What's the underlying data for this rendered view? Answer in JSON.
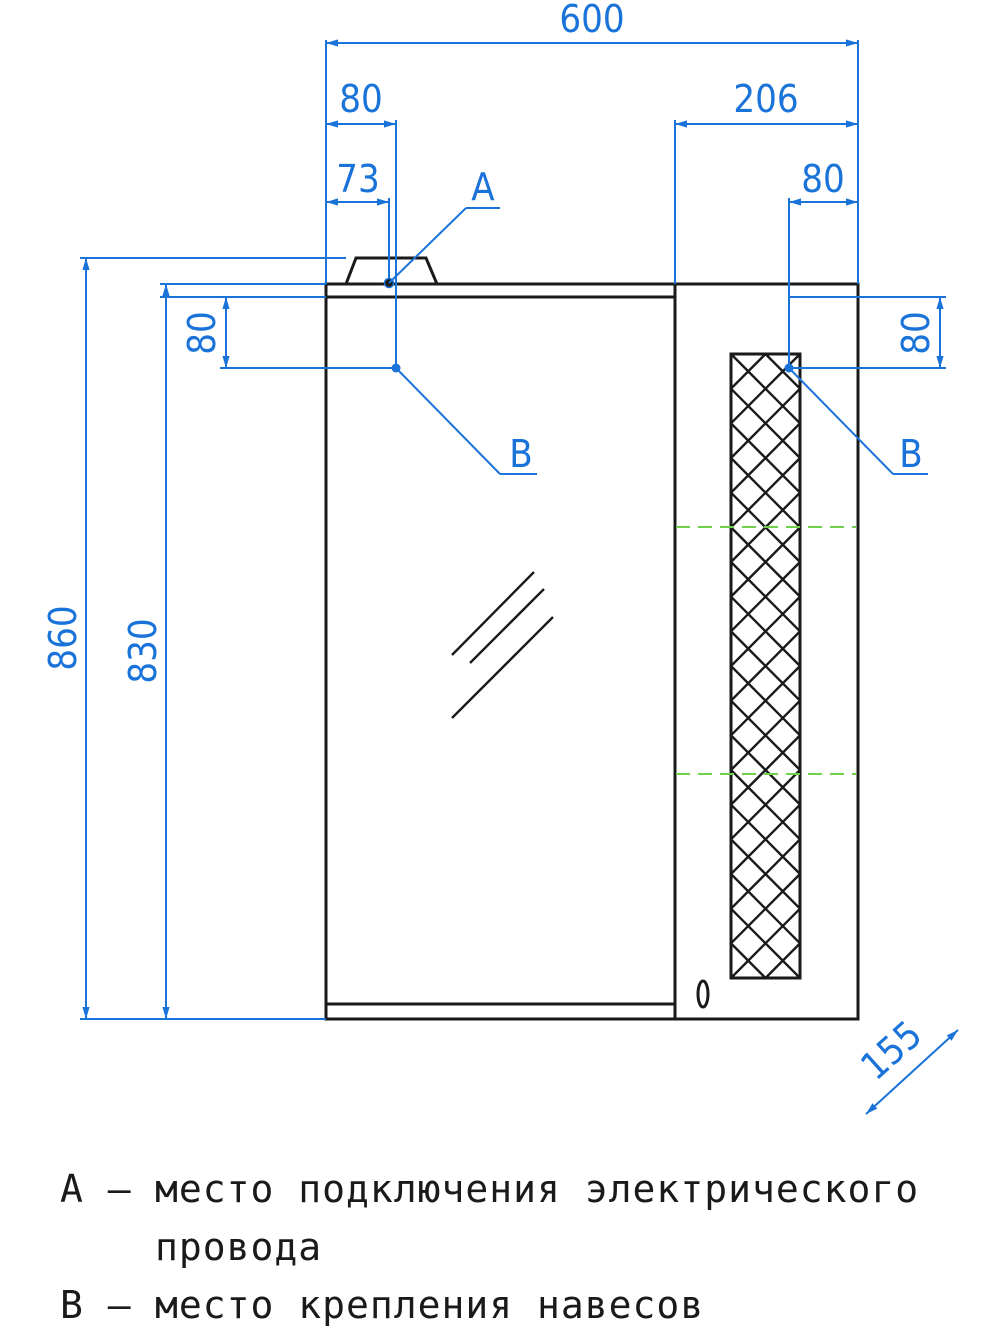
{
  "dimensions": {
    "total_width": "600",
    "left_offset_80": "80",
    "left_offset_73": "73",
    "right_section": "206",
    "right_offset_80": "80",
    "left_vertical_80": "80",
    "right_vertical_80": "80",
    "total_height": "860",
    "body_height": "830",
    "depth": "155"
  },
  "callouts": {
    "a": "A",
    "b_left": "B",
    "b_right": "B"
  },
  "legend": {
    "a_key": "A –",
    "a_line1": "место подключения электрического",
    "a_line2": "провода",
    "b_key": "B –",
    "b_line1": "место крепления навесов"
  }
}
